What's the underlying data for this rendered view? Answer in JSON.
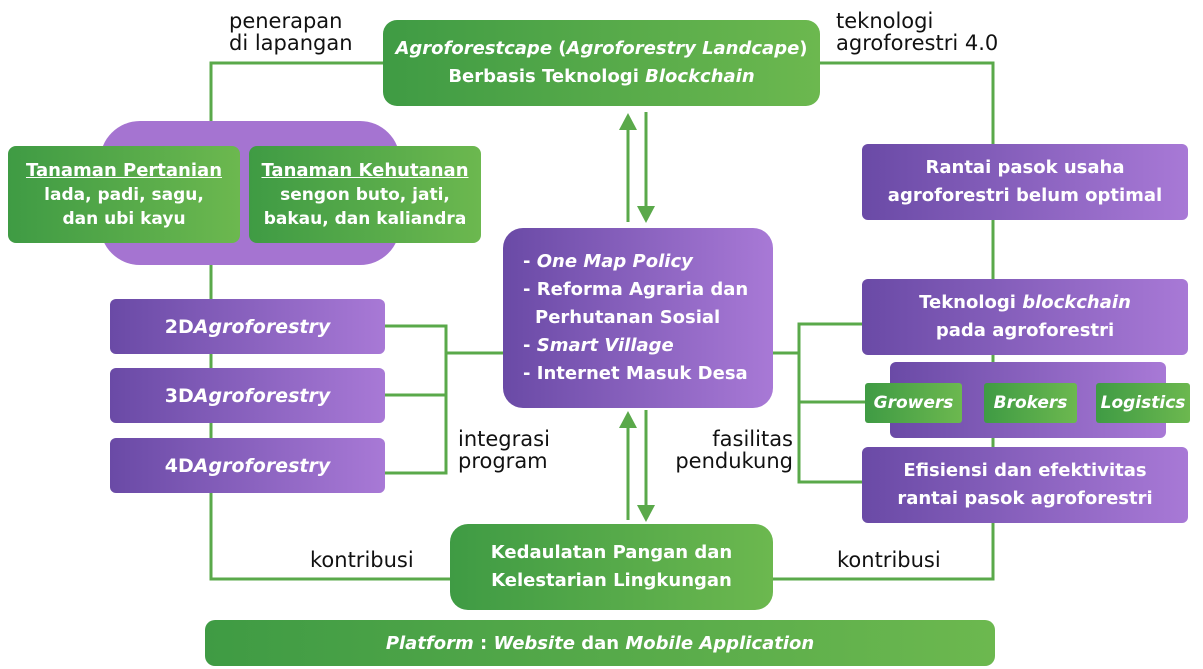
{
  "labels": {
    "penerapan_1": "penerapan",
    "penerapan_2": "di lapangan",
    "teknologi_1": "teknologi",
    "teknologi_2": "agroforestri 4.0",
    "integrasi_1": "integrasi",
    "integrasi_2": "program",
    "fasilitas_1": "fasilitas",
    "fasilitas_2": "pendukung",
    "kontribusi_left": "kontribusi",
    "kontribusi_right": "kontribusi"
  },
  "top_box": {
    "line1_a": "Agroforestcape",
    "line1_b": " (",
    "line1_c": "Agroforestry Landcape",
    "line1_d": ")",
    "line2_a": "Berbasis Teknologi ",
    "line2_b": "Blockchain"
  },
  "pertanian": {
    "title": "Tanaman Pertanian",
    "line1": "lada, padi, sagu,",
    "line2": "dan ubi kayu"
  },
  "kehutanan": {
    "title": "Tanaman Kehutanan",
    "line1": "sengon buto, jati,",
    "line2": "bakau, dan kaliandra"
  },
  "agro_levels": [
    {
      "num": "2D ",
      "name": "Agroforestry"
    },
    {
      "num": "3D ",
      "name": "Agroforestry"
    },
    {
      "num": "4D ",
      "name": "Agroforestry"
    }
  ],
  "center": {
    "item1": "One Map Policy",
    "item2a": "Reforma Agraria dan",
    "item2b": "Perhutanan Sosial",
    "item3": "Smart Village",
    "item4": "Internet Masuk Desa",
    "dash": "- "
  },
  "rantai": {
    "line1": "Rantai pasok usaha",
    "line2": "agroforestri belum optimal"
  },
  "teknologi_box": {
    "line1_a": "Teknologi ",
    "line1_b": "blockchain",
    "line2": "pada agroforestri"
  },
  "actors": [
    "Growers",
    "Brokers",
    "Logistics"
  ],
  "efisiensi": {
    "line1": "Efisiensi dan efektivitas",
    "line2": "rantai pasok agroforestri"
  },
  "kedaulatan": {
    "line1": "Kedaulatan Pangan dan",
    "line2": "Kelestarian Lingkungan"
  },
  "platform": {
    "a": "Platform",
    "b": " : ",
    "c": "Website",
    "d": " dan ",
    "e": "Mobile Application"
  },
  "colors": {
    "green": "#4ea447",
    "purple": "#7e57b8",
    "line_green": "#5aa94a"
  }
}
